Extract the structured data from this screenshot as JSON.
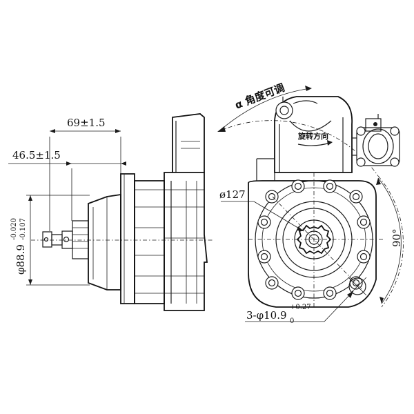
{
  "dimensions": {
    "length_69": "69±1.5",
    "length_46": "46.5±1.5",
    "diameter_pilot": "φ88.9",
    "diameter_pilot_tol_upper": "-0.020",
    "diameter_pilot_tol_lower": "-0.107",
    "bolt_circle": "ø127",
    "holes": "3-φ10.9",
    "holes_tol_upper": "+0.27",
    "holes_tol_lower": "0",
    "angle_90": "90°"
  },
  "annotations": {
    "alpha_adjust": "α 角度可调",
    "rotation_direction": "旋转方向"
  }
}
